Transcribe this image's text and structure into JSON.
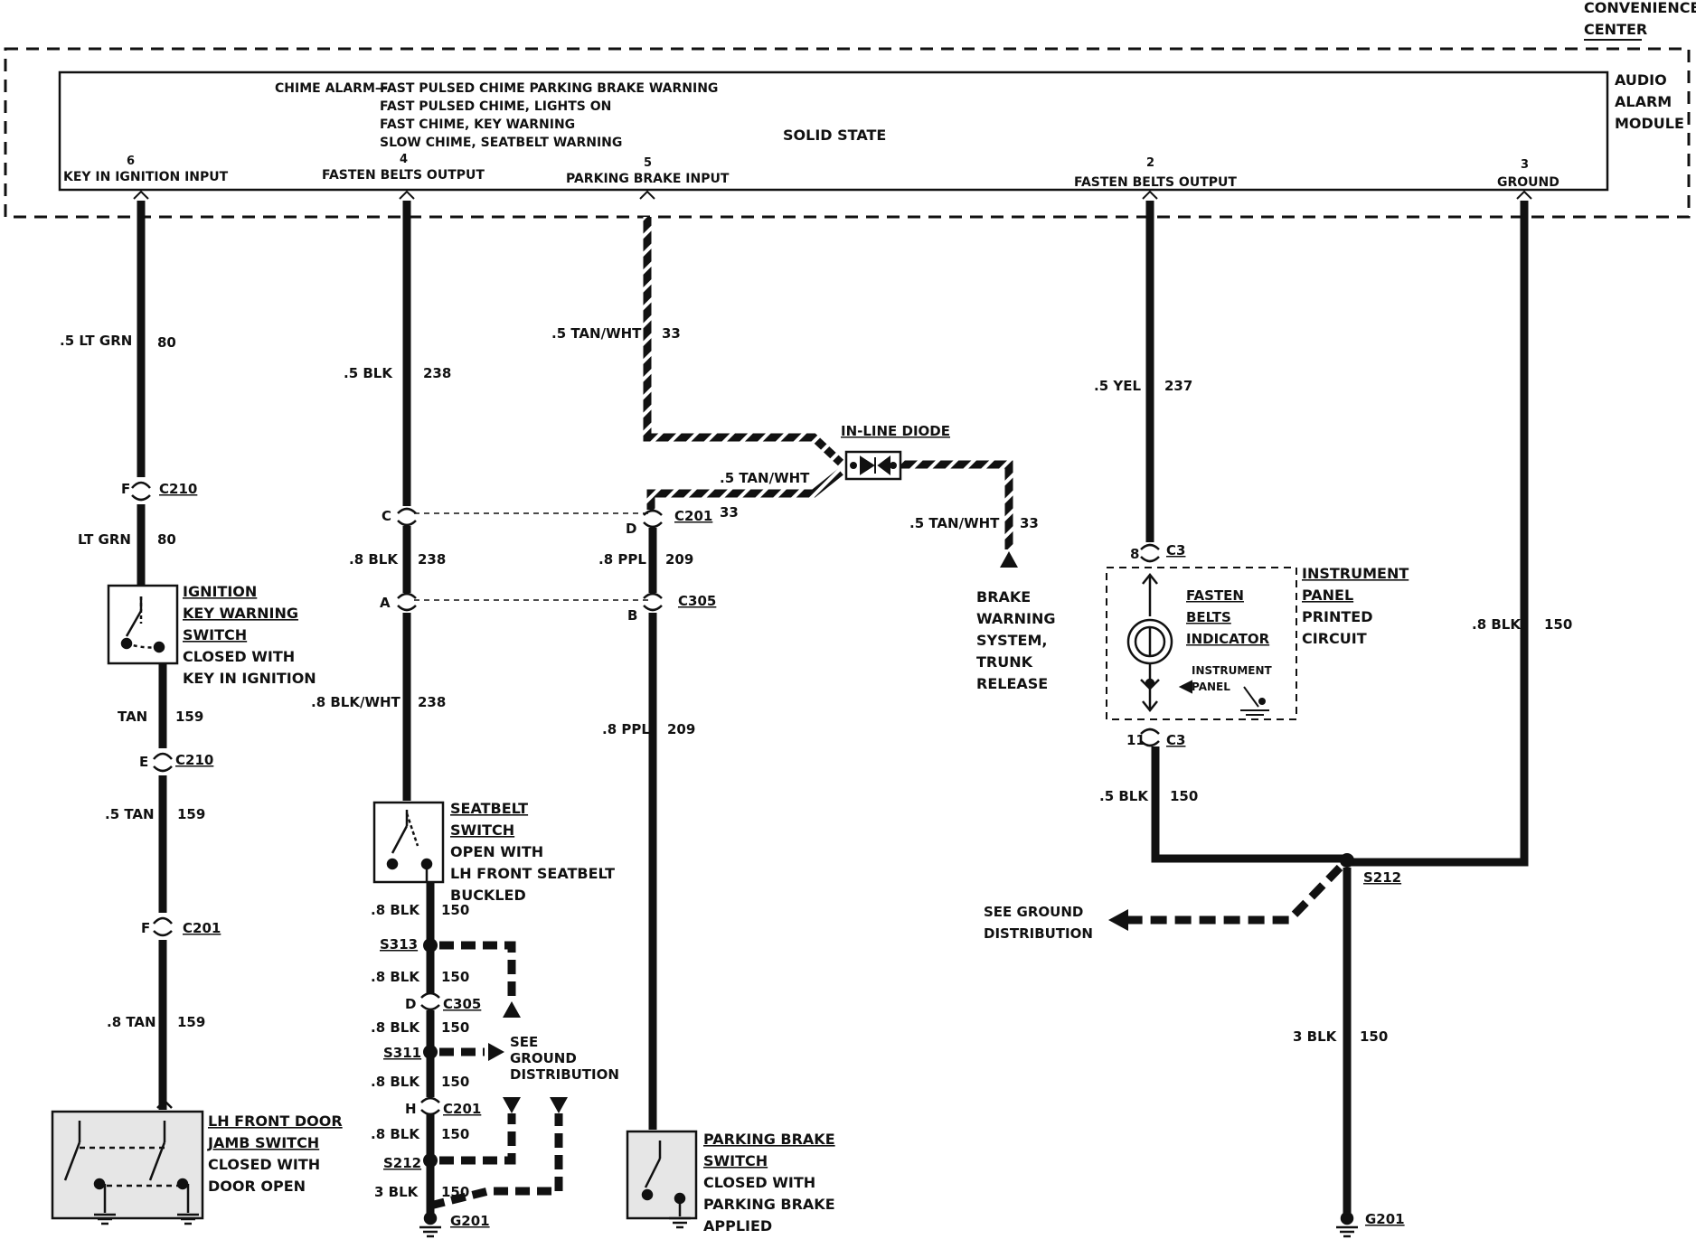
{
  "header": {
    "convenience": "CONVENIENCE",
    "center": "CENTER",
    "module_line1": "AUDIO",
    "module_line2": "ALARM",
    "module_line3": "MODULE",
    "chime_alarm": "CHIME ALARM—",
    "chime_modes": [
      "FAST PULSED CHIME PARKING BRAKE WARNING",
      "FAST PULSED CHIME, LIGHTS ON",
      "FAST CHIME, KEY WARNING",
      "SLOW CHIME, SEATBELT WARNING"
    ],
    "solid_state": "SOLID STATE"
  },
  "terminals": [
    {
      "num": "6",
      "label": "KEY IN IGNITION INPUT"
    },
    {
      "num": "4",
      "label": "FASTEN BELTS OUTPUT"
    },
    {
      "num": "5",
      "label": "PARKING BRAKE INPUT"
    },
    {
      "num": "2",
      "label": "FASTEN BELTS OUTPUT"
    },
    {
      "num": "3",
      "label": "GROUND"
    }
  ],
  "wires": {
    "c1_top": {
      "color": ".5 LT GRN",
      "circuit": "80"
    },
    "c1_mid": {
      "color": "LT GRN",
      "circuit": "80"
    },
    "c1_tan1": {
      "color": "TAN",
      "circuit": "159"
    },
    "c1_tan2": {
      "color": ".5 TAN",
      "circuit": "159"
    },
    "c1_tan3": {
      "color": ".8 TAN",
      "circuit": "159"
    },
    "c2_top": {
      "color": ".5 BLK",
      "circuit": "238"
    },
    "c2_mid": {
      "color": ".8 BLK",
      "circuit": "238"
    },
    "c2_low": {
      "color": ".8 BLK/WHT",
      "circuit": "238"
    },
    "c2_g1": {
      "color": ".8 BLK",
      "circuit": "150"
    },
    "c2_g2": {
      "color": ".8 BLK",
      "circuit": "150"
    },
    "c2_g3": {
      "color": ".8 BLK",
      "circuit": "150"
    },
    "c2_g4": {
      "color": ".8 BLK",
      "circuit": "150"
    },
    "c2_g5": {
      "color": ".8 BLK",
      "circuit": "150"
    },
    "c2_g6": {
      "color": "3 BLK",
      "circuit": "150"
    },
    "c3_top": {
      "color": ".5 TAN/WHT",
      "circuit": "33"
    },
    "c3_diode": {
      "color": ".5 TAN/WHT"
    },
    "c3_c201": {
      "circuit": "33"
    },
    "c3_ppl1": {
      "color": ".8 PPL",
      "circuit": "209"
    },
    "c3_ppl2": {
      "color": ".8 PPL",
      "circuit": "209"
    },
    "brake_feed": {
      "color": ".5 TAN/WHT",
      "circuit": "33"
    },
    "c4_top": {
      "color": ".5 YEL",
      "circuit": "237"
    },
    "c4_low": {
      "color": ".5 BLK",
      "circuit": "150"
    },
    "c5_right": {
      "color": ".8 BLK",
      "circuit": "150"
    },
    "c5_ground": {
      "color": "3 BLK",
      "circuit": "150"
    }
  },
  "connectors": {
    "c210_f": {
      "pin": "F",
      "name": "C210"
    },
    "c210_e": {
      "pin": "E",
      "name": "C210"
    },
    "c201_f": {
      "pin": "F",
      "name": "C201"
    },
    "c201_c_pin": "C",
    "c201_d": {
      "pin": "D",
      "name": "C201"
    },
    "c305_a_pin": "A",
    "c305_b": {
      "pin": "B",
      "name": "C305"
    },
    "c305_d": {
      "pin": "D",
      "name": "C305"
    },
    "c201_h": {
      "pin": "H",
      "name": "C201"
    },
    "c3_8": {
      "pin": "8",
      "name": "C3"
    },
    "c3_11": {
      "pin": "11",
      "name": "C3"
    }
  },
  "splices": {
    "s313": "S313",
    "s311": "S311",
    "s212_left": "S212",
    "s212_right": "S212"
  },
  "grounds": {
    "g201_left": "G201",
    "g201_right": "G201"
  },
  "components": {
    "ignition_switch": [
      "IGNITION",
      "KEY WARNING",
      "SWITCH",
      "CLOSED WITH",
      "KEY IN IGNITION"
    ],
    "door_switch": [
      "LH FRONT DOOR",
      "JAMB SWITCH",
      "CLOSED WITH",
      "DOOR OPEN"
    ],
    "seatbelt_switch": [
      "SEATBELT",
      "SWITCH",
      "OPEN WITH",
      "LH FRONT SEATBELT",
      "BUCKLED"
    ],
    "parking_switch": [
      "PARKING BRAKE",
      "SWITCH",
      "CLOSED WITH",
      "PARKING BRAKE",
      "APPLIED"
    ],
    "inline_diode": "IN-LINE DIODE",
    "brake_warning": [
      "BRAKE",
      "WARNING",
      "SYSTEM,",
      "TRUNK",
      "RELEASE"
    ],
    "fasten_indicator": [
      "FASTEN",
      "BELTS",
      "INDICATOR"
    ],
    "instrument_panel_small": [
      "INSTRUMENT",
      "PANEL"
    ],
    "instrument_panel_circuit": [
      "INSTRUMENT",
      "PANEL",
      "PRINTED",
      "CIRCUIT"
    ],
    "see_ground_left": [
      "SEE",
      "GROUND",
      "DISTRIBUTION"
    ],
    "see_ground_right": [
      "SEE GROUND",
      "DISTRIBUTION"
    ]
  }
}
